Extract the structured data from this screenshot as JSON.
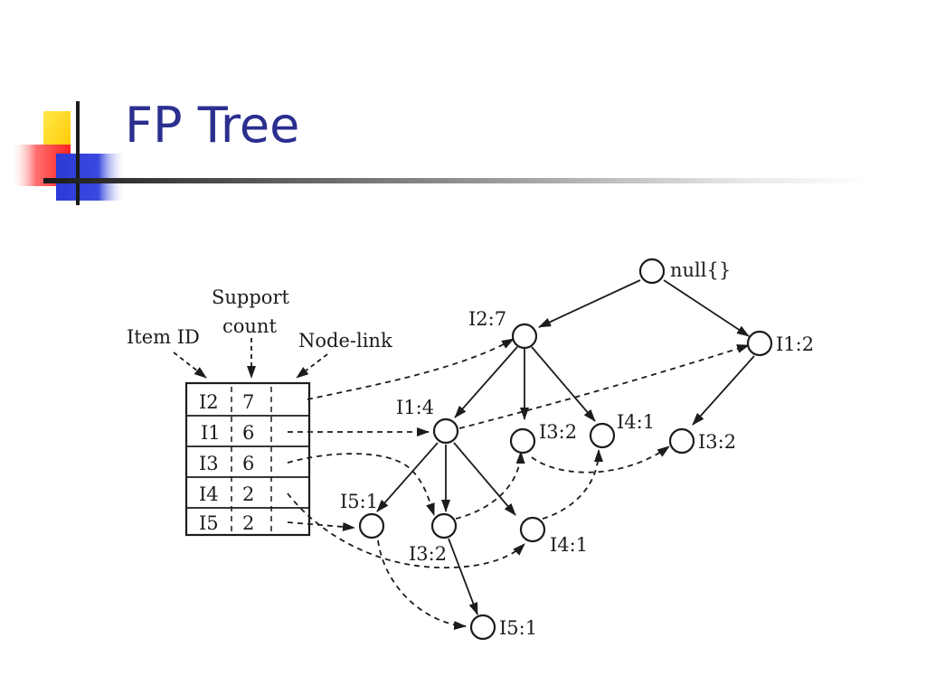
{
  "slide": {
    "title": "FP Tree"
  },
  "table": {
    "headers": {
      "item_id": "Item ID",
      "support_line1": "Support",
      "support_line2": "count",
      "node_link": "Node-link"
    },
    "rows": [
      {
        "item": "I2",
        "count": "7"
      },
      {
        "item": "I1",
        "count": "6"
      },
      {
        "item": "I3",
        "count": "6"
      },
      {
        "item": "I4",
        "count": "2"
      },
      {
        "item": "I5",
        "count": "2"
      }
    ]
  },
  "nodes": {
    "root": "null{}",
    "i2_7": "I2:7",
    "i1_2": "I1:2",
    "i1_4": "I1:4",
    "i3_2_a": "I3:2",
    "i4_1_a": "I4:1",
    "i3_2_b": "I3:2",
    "i5_1_a": "I5:1",
    "i3_2_c": "I3:2",
    "i4_1_b": "I4:1",
    "i5_1_b": "I5:1"
  },
  "colors": {
    "title": "#2b2f8f",
    "ink": "#1c1c1c",
    "deco_yellow": "#ffd700",
    "deco_red": "#ff3b3b",
    "deco_blue": "#2a3bd6"
  }
}
